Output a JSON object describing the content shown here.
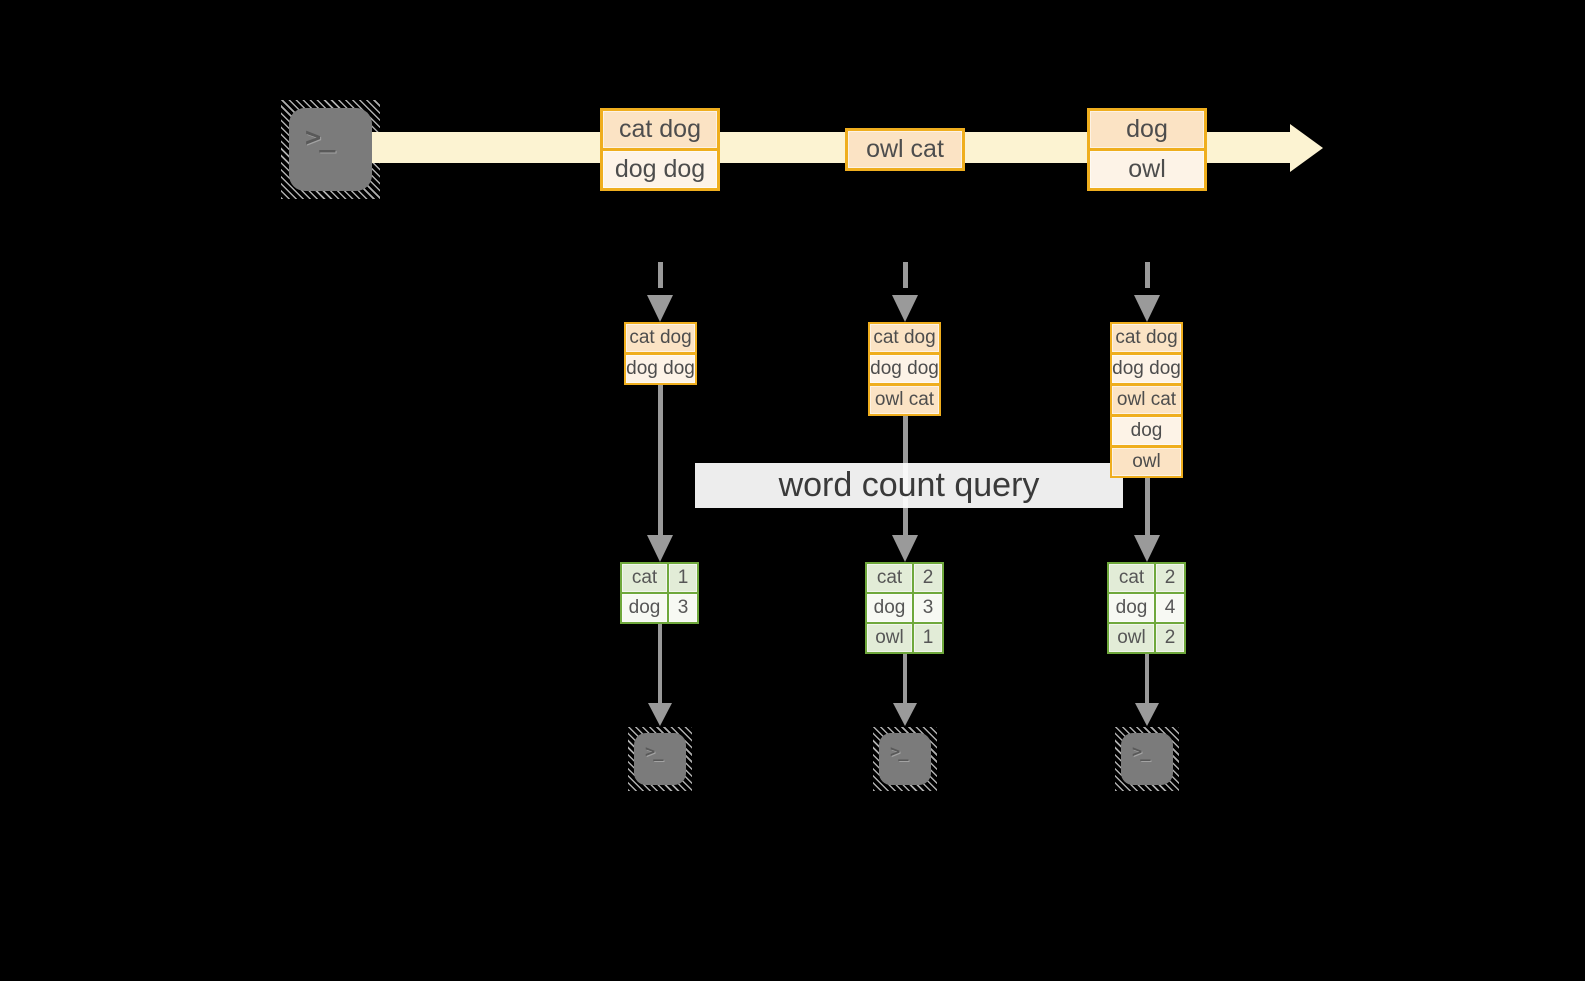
{
  "colors": {
    "background": "#000000",
    "stream_band": "#fcf3d2",
    "orange_border": "#efae1e",
    "orange_cell_dark": "#fbe3c4",
    "orange_cell_light": "#fdf3e7",
    "green_border": "#6fa83c",
    "green_cell_dark": "#e2ecd7",
    "green_cell_light": "#f7f9f3",
    "arrow_gray": "#9a9a9a",
    "query_band_bg": "#ffffff",
    "text_gray": "#4d4d4d"
  },
  "icons": {
    "terminal_prompt": ">_"
  },
  "stream": {
    "events": [
      {
        "rows": [
          "cat dog",
          "dog dog"
        ]
      },
      {
        "rows": [
          "owl cat"
        ]
      },
      {
        "rows": [
          "dog",
          "owl"
        ]
      }
    ]
  },
  "batches": [
    {
      "rows": [
        "cat dog",
        "dog dog"
      ]
    },
    {
      "rows": [
        "cat dog",
        "dog dog",
        "owl cat"
      ]
    },
    {
      "rows": [
        "cat dog",
        "dog dog",
        "owl cat",
        "dog",
        "owl"
      ]
    }
  ],
  "query": {
    "label": "word count query"
  },
  "results": [
    {
      "rows": [
        {
          "word": "cat",
          "count": "1"
        },
        {
          "word": "dog",
          "count": "3"
        }
      ]
    },
    {
      "rows": [
        {
          "word": "cat",
          "count": "2"
        },
        {
          "word": "dog",
          "count": "3"
        },
        {
          "word": "owl",
          "count": "1"
        }
      ]
    },
    {
      "rows": [
        {
          "word": "cat",
          "count": "2"
        },
        {
          "word": "dog",
          "count": "4"
        },
        {
          "word": "owl",
          "count": "2"
        }
      ]
    }
  ]
}
